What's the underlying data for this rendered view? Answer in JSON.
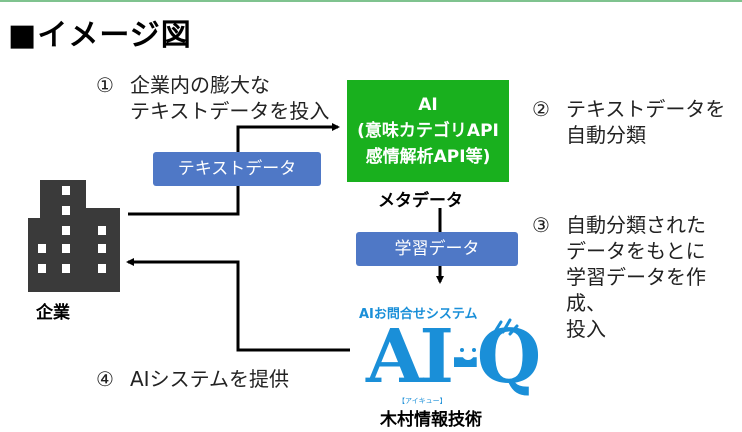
{
  "title": "■イメージ図",
  "steps": {
    "s1": {
      "num": "①",
      "line1": "企業内の膨大な",
      "line2": "テキストデータを投入"
    },
    "s2": {
      "num": "②",
      "line1": "テキストデータを",
      "line2": "自動分類"
    },
    "s3": {
      "num": "③",
      "line1": "自動分類された",
      "line2": "データをもとに",
      "line3": "学習データを作成、",
      "line4": "投入"
    },
    "s4": {
      "num": "④",
      "line1": "AIシステムを提供"
    }
  },
  "ai_box": {
    "line1": "AI",
    "line2": "(意味カテゴリAPI",
    "line3": "感情解析API等)"
  },
  "tags": {
    "text_data": "テキストデータ",
    "learning_data": "学習データ"
  },
  "labels": {
    "metadata": "メタデータ",
    "company": "企業",
    "provider": "木村情報技術"
  },
  "brand": {
    "tagline": "AIお問合せシステム",
    "logo": "AI-Q",
    "yomi": "【アイキュー】"
  },
  "colors": {
    "accent_green": "#19b01e",
    "tag_blue": "#4f78c6",
    "brand_blue": "#1a8fd8",
    "building": "#3a3a3a"
  }
}
